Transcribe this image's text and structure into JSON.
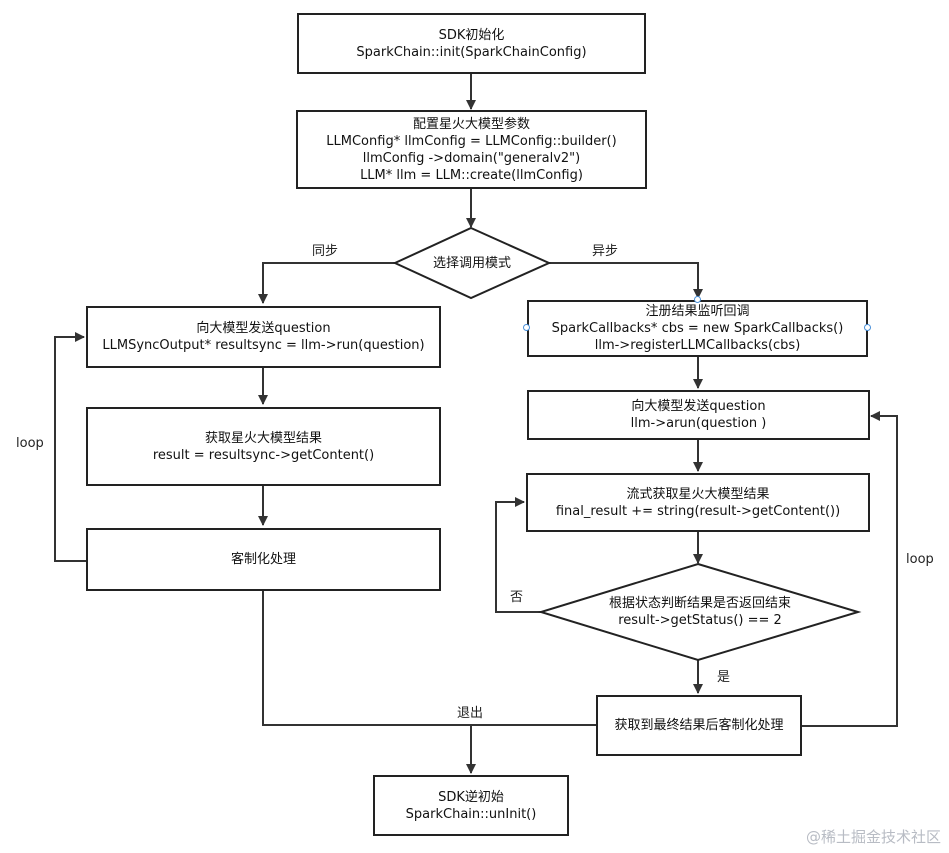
{
  "nodes": {
    "sdk_init": [
      "SDK初始化",
      "SparkChain::init(SparkChainConfig)"
    ],
    "config": [
      "配置星火大模型参数",
      "LLMConfig* llmConfig = LLMConfig::builder()",
      "llmConfig ->domain(\"generalv2\")",
      "LLM* llm = LLM::create(llmConfig)"
    ],
    "choose_mode": [
      "选择调用模式"
    ],
    "sync_send": [
      "向大模型发送question",
      "LLMSyncOutput* resultsync = llm->run(question)"
    ],
    "sync_get": [
      "获取星火大模型结果",
      "result = resultsync->getContent()"
    ],
    "sync_custom": [
      "客制化处理"
    ],
    "register_cb": [
      "注册结果监听回调",
      "SparkCallbacks* cbs = new SparkCallbacks()",
      "llm->registerLLMCallbacks(cbs)"
    ],
    "async_send": [
      "向大模型发送question",
      "llm->arun(question )"
    ],
    "stream_get": [
      "流式获取星火大模型结果",
      "final_result += string(result->getContent())"
    ],
    "check_status": [
      "根据状态判断结果是否返回结束",
      "result->getStatus() == 2"
    ],
    "final_custom": [
      "获取到最终结果后客制化处理"
    ],
    "sdk_uninit": [
      "SDK逆初始",
      "SparkChain::unInit()"
    ]
  },
  "edge_labels": {
    "sync": "同步",
    "async": "异步",
    "loop_left": "loop",
    "loop_right": "loop",
    "no": "否",
    "yes": "是",
    "exit": "退出"
  },
  "watermark": "@稀土掘金技术社区"
}
